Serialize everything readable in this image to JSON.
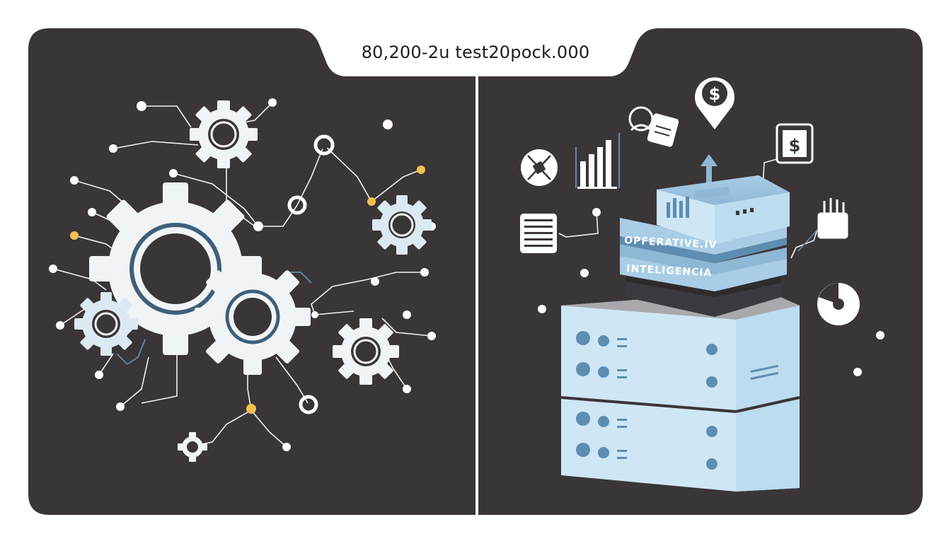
{
  "header": {
    "title": "80,200-2u test20pock.000"
  },
  "server_labels": {
    "top": "OPFERATIVE.IV",
    "bottom": "INTELIGENCIA"
  },
  "icons": {
    "left": [
      "gear-icon",
      "node-icon",
      "connection-line"
    ],
    "right": [
      "dollar-pin-icon",
      "document-gear-icon",
      "bar-chart-icon",
      "receipt-dollar-icon",
      "satellite-icon",
      "server-stack-icon",
      "database-icon",
      "hand-icon",
      "pie-chart-icon",
      "upload-arrow-icon"
    ]
  },
  "colors": {
    "panel": "#3a3537",
    "gear_light": "#f1f4f7",
    "gear_blue_tint": "#dbe9f2",
    "accent_blue": "#5e8db2",
    "server_light": "#cfe6f4",
    "server_mid": "#8fb7d6",
    "node_yellow": "#f2c14e",
    "line_white": "#f2f2f2"
  }
}
